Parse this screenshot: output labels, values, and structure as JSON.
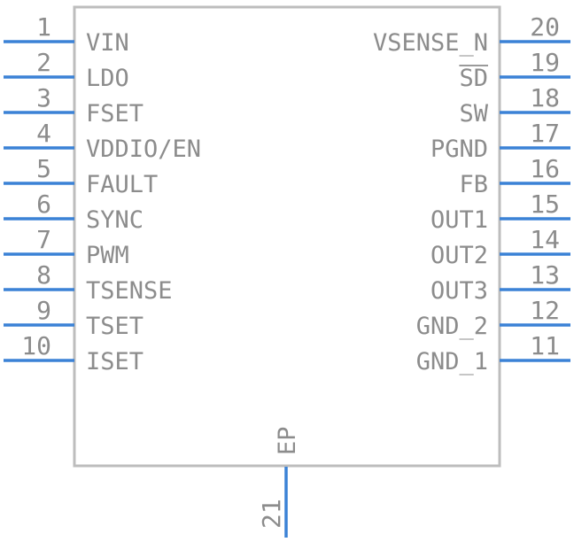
{
  "component": {
    "left_pins": [
      {
        "num": "1",
        "name": "VIN"
      },
      {
        "num": "2",
        "name": "LDO"
      },
      {
        "num": "3",
        "name": "FSET"
      },
      {
        "num": "4",
        "name": "VDDIO/EN"
      },
      {
        "num": "5",
        "name": "FAULT"
      },
      {
        "num": "6",
        "name": "SYNC"
      },
      {
        "num": "7",
        "name": "PWM"
      },
      {
        "num": "8",
        "name": "TSENSE"
      },
      {
        "num": "9",
        "name": "TSET"
      },
      {
        "num": "10",
        "name": "ISET"
      }
    ],
    "right_pins": [
      {
        "num": "20",
        "name": "VSENSE_N"
      },
      {
        "num": "19",
        "name": "SD",
        "overbar": true
      },
      {
        "num": "18",
        "name": "SW"
      },
      {
        "num": "17",
        "name": "PGND"
      },
      {
        "num": "16",
        "name": "FB"
      },
      {
        "num": "15",
        "name": "OUT1"
      },
      {
        "num": "14",
        "name": "OUT2"
      },
      {
        "num": "13",
        "name": "OUT3"
      },
      {
        "num": "12",
        "name": "GND_2"
      },
      {
        "num": "11",
        "name": "GND_1"
      }
    ],
    "bottom_pins": [
      {
        "num": "21",
        "name": "EP"
      }
    ],
    "colors": {
      "pin": "#3b82d6",
      "body": "#bdbdbd",
      "text": "#8c8c8c"
    }
  }
}
